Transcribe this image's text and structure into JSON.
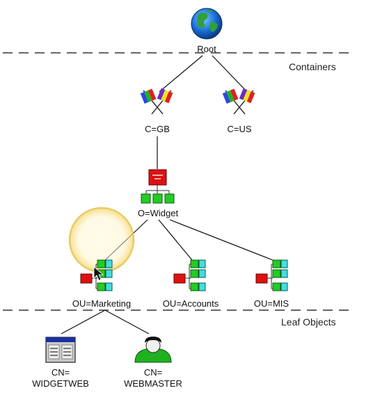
{
  "sections": {
    "containers_label": "Containers",
    "leaf_objects_label": "Leaf Objects"
  },
  "nodes": {
    "root": "Root",
    "country_gb": "C=GB",
    "country_us": "C=US",
    "org_widget": "O=Widget",
    "ou_marketing": "OU=Marketing",
    "ou_accounts": "OU=Accounts",
    "ou_mis": "OU=MIS",
    "cn_widgetweb": [
      "CN=",
      "WIDGETWEB"
    ],
    "cn_webmaster": [
      "CN=",
      "WEBMASTER"
    ]
  },
  "icons": {
    "root": "globe-icon",
    "country": "flags-icon",
    "organization": "org-chart-icon",
    "organizational_unit": "ou-tree-icon",
    "server": "server-window-icon",
    "user": "user-icon"
  },
  "colors": {
    "org_red": "#dd1111",
    "ou_green": "#22cc22",
    "ou_cyan": "#44dddd",
    "user_green": "#20b020",
    "highlight": "#f5e27a"
  },
  "cursor": "pointer-cursor"
}
